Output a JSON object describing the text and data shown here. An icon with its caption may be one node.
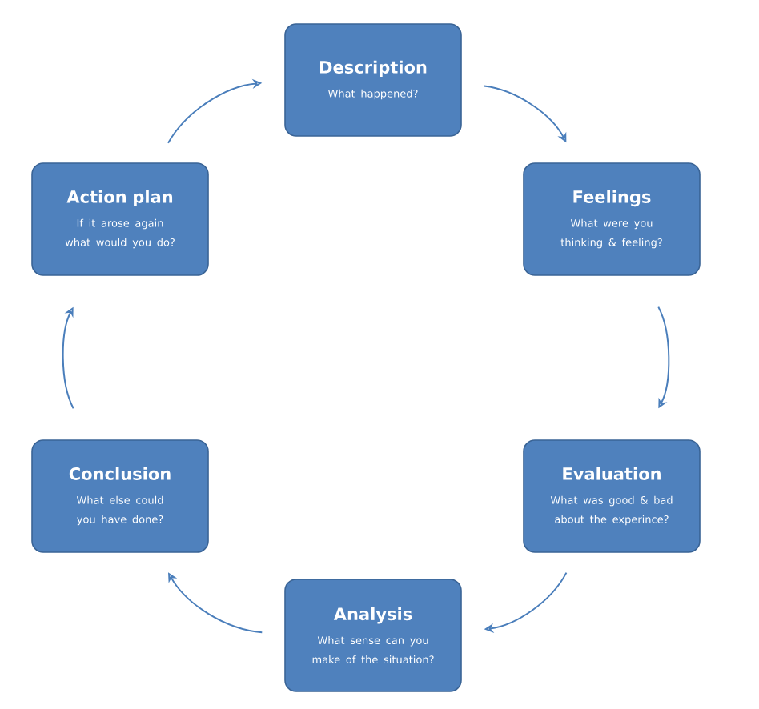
{
  "diagram": {
    "nodes": [
      {
        "text": [
          "Description",
          "What happened?"
        ]
      },
      {
        "text": [
          "Feelings",
          "What were you thinking & feeling?"
        ]
      },
      {
        "text": [
          "Evaluation",
          "What was good & bad about the experince?"
        ]
      },
      {
        "text": [
          "Analysis",
          "What sense can you make of the situation?"
        ]
      },
      {
        "text": [
          "Conclusion",
          "What else could you have done?"
        ]
      },
      {
        "text": [
          "Action plan",
          "If it arose again what would you do?"
        ]
      }
    ],
    "edges": [
      {
        "from": 0,
        "to": 1,
        "arrow": "to"
      },
      {
        "from": 1,
        "to": 2,
        "arrow": "to"
      },
      {
        "from": 2,
        "to": 3,
        "arrow": "to"
      },
      {
        "from": 3,
        "to": 4,
        "arrow": "to"
      },
      {
        "from": 4,
        "to": 5,
        "arrow": "to"
      },
      {
        "from": 5,
        "to": 0,
        "arrow": "to"
      }
    ]
  }
}
